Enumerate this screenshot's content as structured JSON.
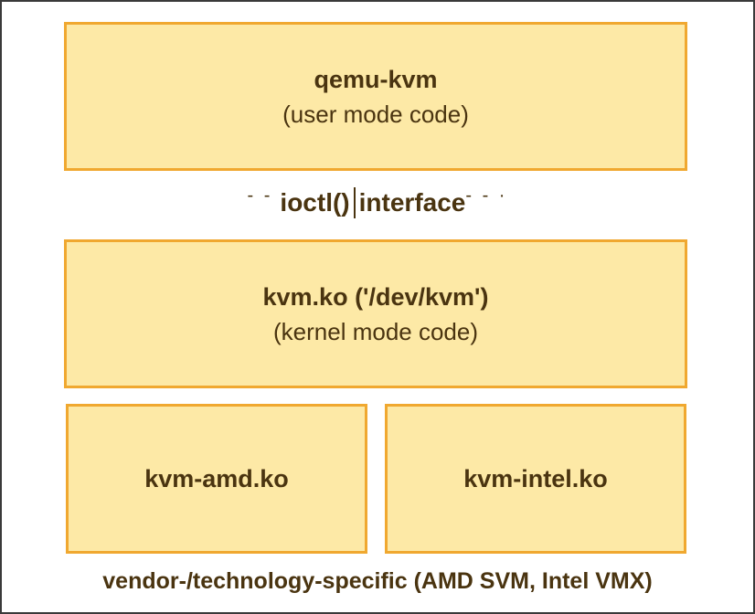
{
  "qemu": {
    "title": "qemu-kvm",
    "subtitle": "(user mode code)"
  },
  "connector": {
    "left_dash": "- -",
    "ioctl": "ioctl()",
    "interface": "interface",
    "right_dash": "- - ·"
  },
  "kernel": {
    "title": "kvm.ko ('/dev/kvm')",
    "subtitle": "(kernel mode code)"
  },
  "modules": {
    "amd": "kvm-amd.ko",
    "intel": "kvm-intel.ko"
  },
  "footer": {
    "text": "vendor-/technology-specific (AMD SVM, Intel VMX)"
  },
  "colors": {
    "box_fill": "#fde9a6",
    "box_border": "#f0a830",
    "text": "#4a3410",
    "frame": "#3a3a3a"
  }
}
